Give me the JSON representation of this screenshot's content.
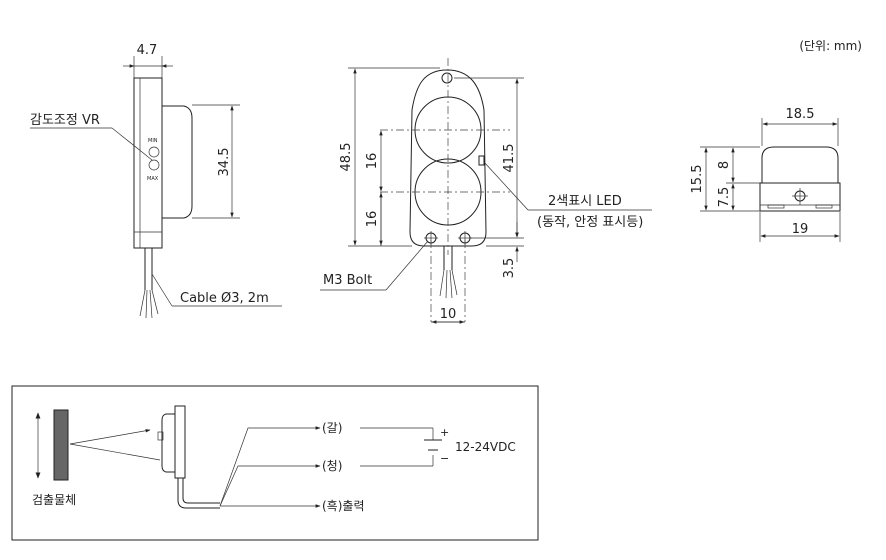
{
  "unit_note": "(단위: mm)",
  "side_view": {
    "dim_thickness": "4.7",
    "vr_label": "감도조정 VR",
    "dim_height": "34.5",
    "cable_label": "Cable Ø3, 2m",
    "vr_marks": [
      "MIN",
      "MAX"
    ]
  },
  "front_view": {
    "dim_total_height": "48.5",
    "dim_lens_upper": "16",
    "dim_lens_lower": "16",
    "dim_hole_pitch": "41.5",
    "dim_bottom": "3.5",
    "dim_hole_spacing": "10",
    "led_label": "2색표시 LED",
    "led_sublabel": "(동작, 안정 표시등)",
    "bolt_label": "M3 Bolt"
  },
  "end_view": {
    "dim_top_width": "18.5",
    "dim_bottom_width": "19",
    "dim_total_height": "15.5",
    "dim_upper": "8",
    "dim_lower": "7.5"
  },
  "wiring": {
    "object_label": "검출물체",
    "wire_brown": "(갈)",
    "wire_blue": "(청)",
    "wire_black": "(흑)출력",
    "supply": "12-24VDC",
    "plus": "+",
    "minus": "−"
  }
}
